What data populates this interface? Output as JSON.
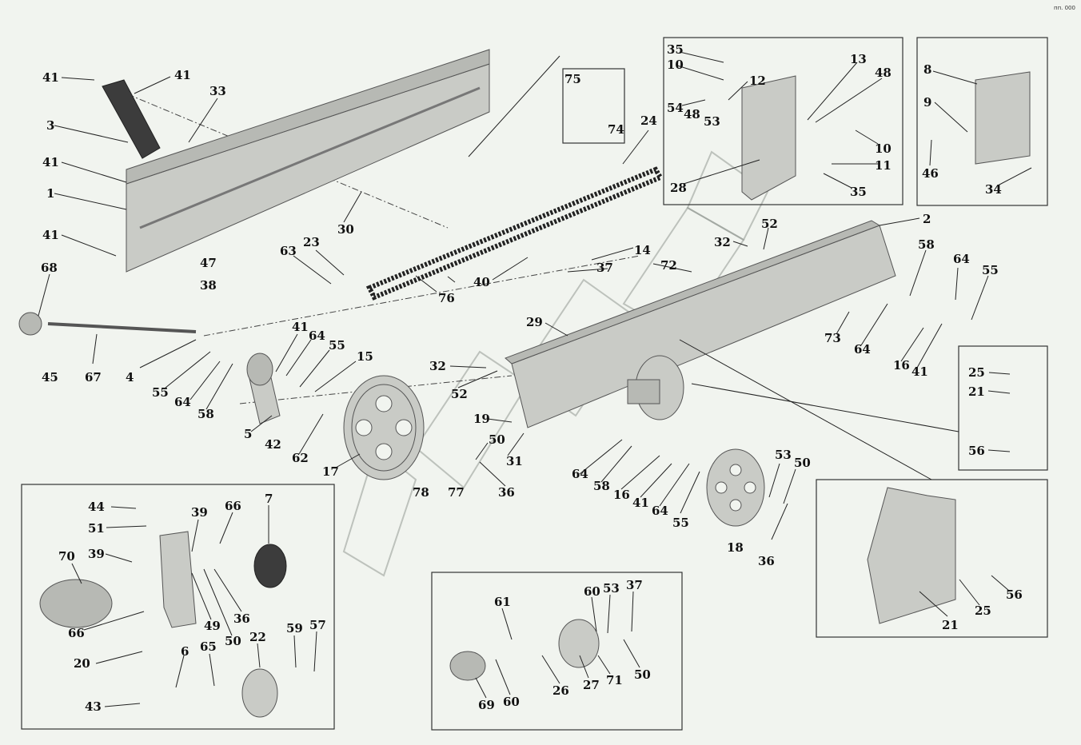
{
  "corner_code": "пп. 000",
  "callouts": [
    {
      "id": "c41a",
      "text": "41"
    },
    {
      "id": "c41b",
      "text": "41"
    },
    {
      "id": "c3",
      "text": "3"
    },
    {
      "id": "c33",
      "text": "33"
    },
    {
      "id": "c41c",
      "text": "41"
    },
    {
      "id": "c1",
      "text": "1"
    },
    {
      "id": "c41d",
      "text": "41"
    },
    {
      "id": "c30",
      "text": "30"
    },
    {
      "id": "c68",
      "text": "68"
    },
    {
      "id": "c47",
      "text": "47"
    },
    {
      "id": "c38",
      "text": "38"
    },
    {
      "id": "c45",
      "text": "45"
    },
    {
      "id": "c67",
      "text": "67"
    },
    {
      "id": "c4",
      "text": "4"
    },
    {
      "id": "c55a",
      "text": "55"
    },
    {
      "id": "c64a",
      "text": "64"
    },
    {
      "id": "c58a",
      "text": "58"
    },
    {
      "id": "c41e",
      "text": "41"
    },
    {
      "id": "c64b",
      "text": "64"
    },
    {
      "id": "c55b",
      "text": "55"
    },
    {
      "id": "c15",
      "text": "15"
    },
    {
      "id": "c5",
      "text": "5"
    },
    {
      "id": "c42",
      "text": "42"
    },
    {
      "id": "c62",
      "text": "62"
    },
    {
      "id": "c17",
      "text": "17"
    },
    {
      "id": "c63",
      "text": "63"
    },
    {
      "id": "c23",
      "text": "23"
    },
    {
      "id": "c76",
      "text": "76"
    },
    {
      "id": "c40",
      "text": "40"
    },
    {
      "id": "c75",
      "text": "75"
    },
    {
      "id": "c74",
      "text": "74"
    },
    {
      "id": "c24",
      "text": "24"
    },
    {
      "id": "c14",
      "text": "14"
    },
    {
      "id": "c37a",
      "text": "37"
    },
    {
      "id": "c72",
      "text": "72"
    },
    {
      "id": "c29",
      "text": "29"
    },
    {
      "id": "c32a",
      "text": "32"
    },
    {
      "id": "c52a",
      "text": "52"
    },
    {
      "id": "c19",
      "text": "19"
    },
    {
      "id": "c50a",
      "text": "50"
    },
    {
      "id": "c31",
      "text": "31"
    },
    {
      "id": "c78",
      "text": "78"
    },
    {
      "id": "c77",
      "text": "77"
    },
    {
      "id": "c36a",
      "text": "36"
    },
    {
      "id": "c35a",
      "text": "35"
    },
    {
      "id": "c10a",
      "text": "10"
    },
    {
      "id": "c12",
      "text": "12"
    },
    {
      "id": "c54",
      "text": "54"
    },
    {
      "id": "c48a",
      "text": "48"
    },
    {
      "id": "c53a",
      "text": "53"
    },
    {
      "id": "c13",
      "text": "13"
    },
    {
      "id": "c48b",
      "text": "48"
    },
    {
      "id": "c10b",
      "text": "10"
    },
    {
      "id": "c11",
      "text": "11"
    },
    {
      "id": "c28",
      "text": "28"
    },
    {
      "id": "c35b",
      "text": "35"
    },
    {
      "id": "c8",
      "text": "8"
    },
    {
      "id": "c9",
      "text": "9"
    },
    {
      "id": "c46",
      "text": "46"
    },
    {
      "id": "c34",
      "text": "34"
    },
    {
      "id": "c2",
      "text": "2"
    },
    {
      "id": "c32b",
      "text": "32"
    },
    {
      "id": "c52b",
      "text": "52"
    },
    {
      "id": "c58b",
      "text": "58"
    },
    {
      "id": "c64c",
      "text": "64"
    },
    {
      "id": "c55c",
      "text": "55"
    },
    {
      "id": "c73",
      "text": "73"
    },
    {
      "id": "c64d",
      "text": "64"
    },
    {
      "id": "c16a",
      "text": "16"
    },
    {
      "id": "c41f",
      "text": "41"
    },
    {
      "id": "c25a",
      "text": "25"
    },
    {
      "id": "c21a",
      "text": "21"
    },
    {
      "id": "c56a",
      "text": "56"
    },
    {
      "id": "c64e",
      "text": "64"
    },
    {
      "id": "c58c",
      "text": "58"
    },
    {
      "id": "c16b",
      "text": "16"
    },
    {
      "id": "c41g",
      "text": "41"
    },
    {
      "id": "c64f",
      "text": "64"
    },
    {
      "id": "c55d",
      "text": "55"
    },
    {
      "id": "c53b",
      "text": "53"
    },
    {
      "id": "c50b",
      "text": "50"
    },
    {
      "id": "c18",
      "text": "18"
    },
    {
      "id": "c36b",
      "text": "36"
    },
    {
      "id": "c44",
      "text": "44"
    },
    {
      "id": "c51",
      "text": "51"
    },
    {
      "id": "c39a",
      "text": "39"
    },
    {
      "id": "c66a",
      "text": "66"
    },
    {
      "id": "c7",
      "text": "7"
    },
    {
      "id": "c70",
      "text": "70"
    },
    {
      "id": "c39b",
      "text": "39"
    },
    {
      "id": "c66b",
      "text": "66"
    },
    {
      "id": "c49",
      "text": "49"
    },
    {
      "id": "c50c",
      "text": "50"
    },
    {
      "id": "c36c",
      "text": "36"
    },
    {
      "id": "c20",
      "text": "20"
    },
    {
      "id": "c6",
      "text": "6"
    },
    {
      "id": "c65",
      "text": "65"
    },
    {
      "id": "c22",
      "text": "22"
    },
    {
      "id": "c59",
      "text": "59"
    },
    {
      "id": "c57",
      "text": "57"
    },
    {
      "id": "c43",
      "text": "43"
    },
    {
      "id": "c61",
      "text": "61"
    },
    {
      "id": "c60a",
      "text": "60"
    },
    {
      "id": "c53c",
      "text": "53"
    },
    {
      "id": "c37b",
      "text": "37"
    },
    {
      "id": "c69",
      "text": "69"
    },
    {
      "id": "c60b",
      "text": "60"
    },
    {
      "id": "c26",
      "text": "26"
    },
    {
      "id": "c27",
      "text": "27"
    },
    {
      "id": "c71",
      "text": "71"
    },
    {
      "id": "c50d",
      "text": "50"
    },
    {
      "id": "c25b",
      "text": "25"
    },
    {
      "id": "c56b",
      "text": "56"
    },
    {
      "id": "c21b",
      "text": "21"
    }
  ]
}
